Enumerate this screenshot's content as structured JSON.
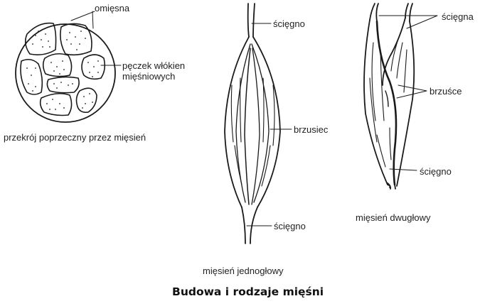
{
  "title": "Budowa i rodzaje mięśni",
  "cross_section": {
    "caption": "przekrój poprzeczny przez mięsień",
    "labels": {
      "perimysium": "omięsna",
      "bundle_line1": "pęczek włókien",
      "bundle_line2": "mięśniowych"
    }
  },
  "single_head_muscle": {
    "caption": "mięsień jednogłowy",
    "labels": {
      "top_tendon": "ścięgno",
      "belly": "brzusiec",
      "bottom_tendon": "ścięgno"
    }
  },
  "two_head_muscle": {
    "caption": "mięsień dwugłowy",
    "labels": {
      "tendons": "ścięgna",
      "bellies": "brzuśce",
      "bottom_tendon": "ścięgno"
    }
  }
}
